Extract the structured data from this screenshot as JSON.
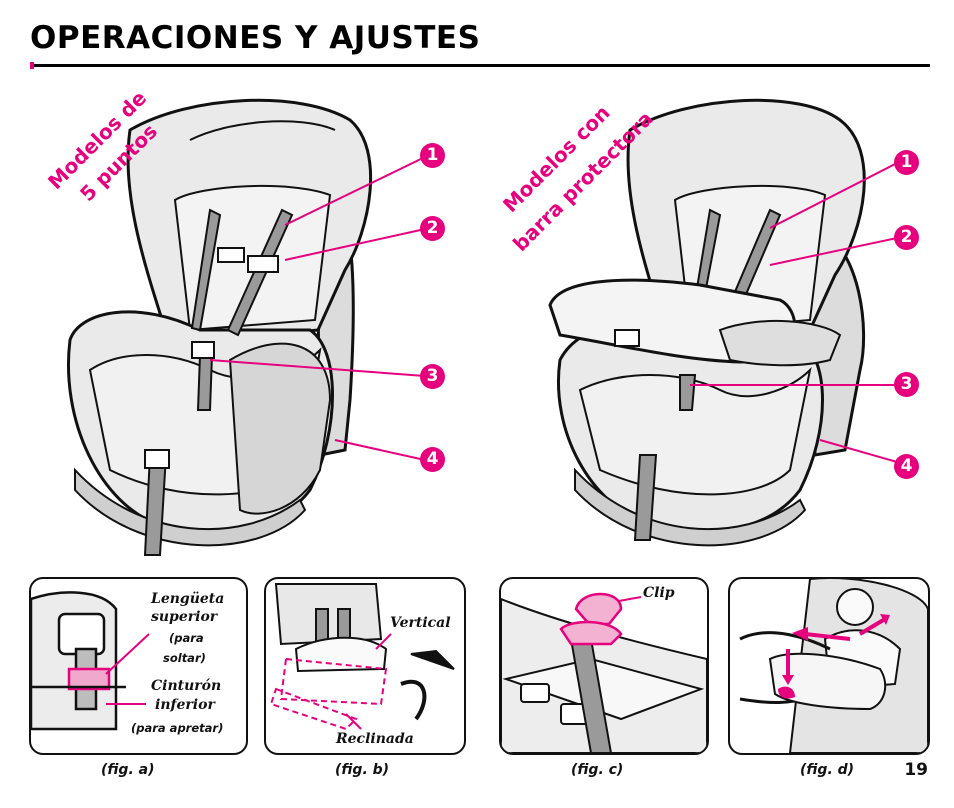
{
  "header": {
    "title": "OPERACIONES Y AJUSTES"
  },
  "left_seat": {
    "label_line1": "Modelos de",
    "label_line2": "5 puntos",
    "callouts": [
      "1",
      "2",
      "3",
      "4"
    ]
  },
  "right_seat": {
    "label_line1": "Modelos con",
    "label_line2": "barra protectora",
    "callouts": [
      "1",
      "2",
      "3",
      "4"
    ]
  },
  "fig_a": {
    "label_top_1": "Lengüeta",
    "label_top_2": "superior",
    "label_top_3": "(para",
    "label_top_4": "soltar)",
    "label_bot_1": "Cinturón",
    "label_bot_2": "inferior",
    "label_bot_3": "(para apretar)",
    "caption": "(fig. a)"
  },
  "fig_b": {
    "label_vertical": "Vertical",
    "label_reclinada": "Reclinada",
    "caption": "(fig. b)"
  },
  "fig_c": {
    "label_clip": "Clip",
    "caption": "(fig. c)"
  },
  "fig_d": {
    "caption": "(fig. d)"
  },
  "page_number": "19",
  "colors": {
    "accent": "#e6007e",
    "ink": "#111111",
    "seat_fill": "#e9e9e9",
    "seat_shade": "#d2d2d2"
  }
}
